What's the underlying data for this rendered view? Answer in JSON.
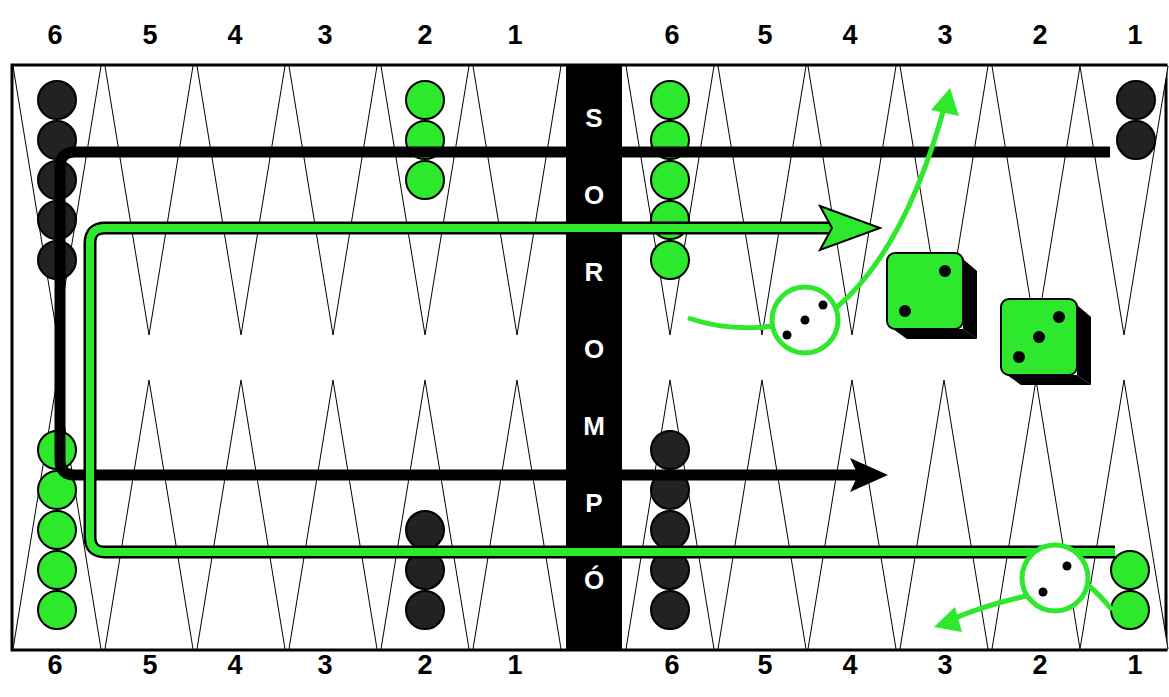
{
  "diagram": {
    "labels": [
      "6",
      "5",
      "4",
      "3",
      "2",
      "1",
      "6",
      "5",
      "4",
      "3",
      "2",
      "1",
      "6",
      "5",
      "4",
      "3",
      "2",
      "1",
      "6",
      "5",
      "4",
      "3",
      "2",
      "1",
      "SOROMPÓ"
    ]
  }
}
